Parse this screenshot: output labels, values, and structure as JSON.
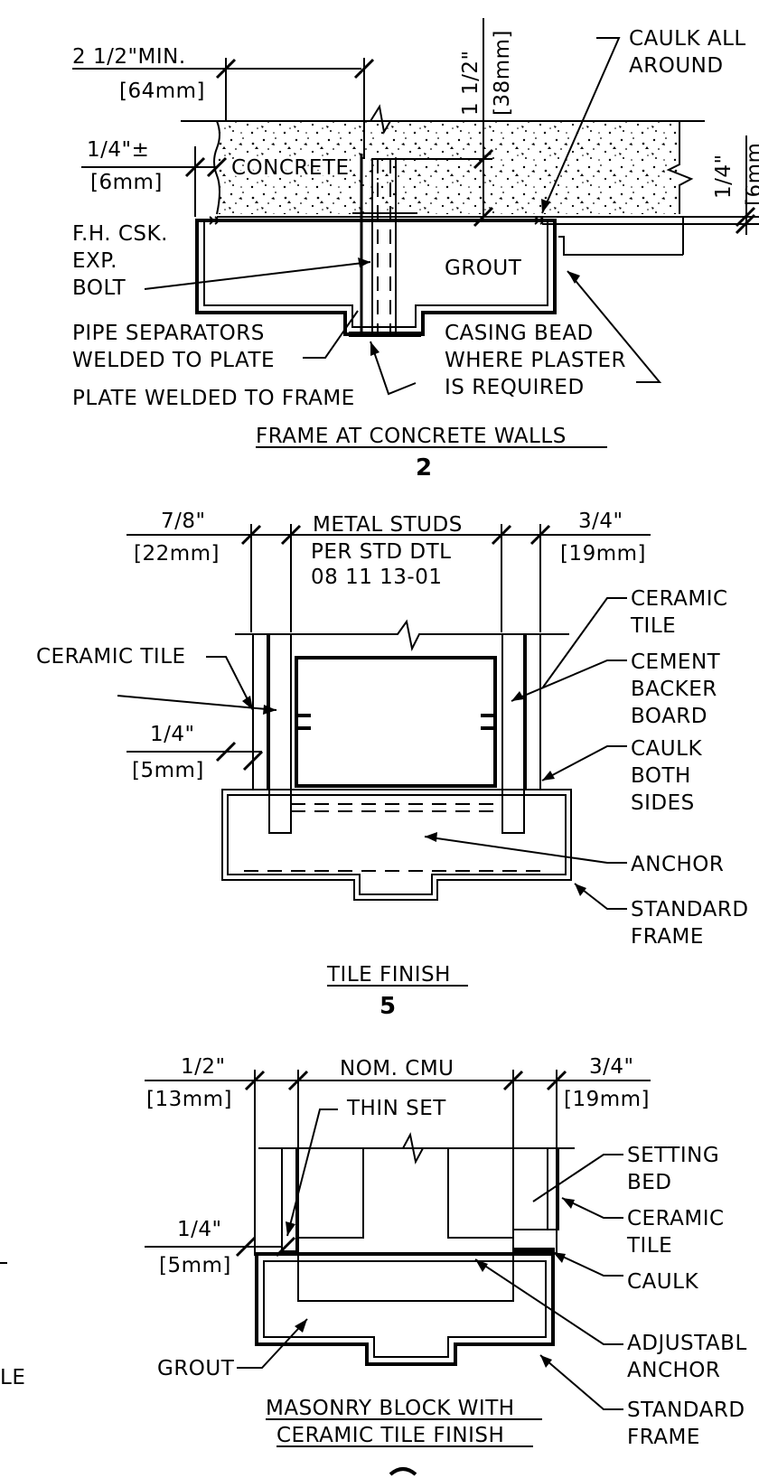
{
  "detail2": {
    "dim_top_left": "2 1/2\"MIN.",
    "dim_top_left_mm": "[64mm]",
    "dim_gap": "1/4\"±",
    "dim_gap_mm": "[6mm]",
    "dim_vertical": "1 1/2\"",
    "dim_vertical_mm": "[38mm]",
    "dim_right": "1/4\"",
    "dim_right_mm": "[6mm",
    "caulk_1": "CAULK ALL",
    "caulk_2": "AROUND",
    "concrete": "CONCRETE",
    "grout": "GROUT",
    "bolt_1": "F.H. CSK.",
    "bolt_2": "EXP.",
    "bolt_3": "BOLT",
    "pipe_1": "PIPE SEPARATORS",
    "pipe_2": "WELDED TO PLATE",
    "plate": "PLATE WELDED TO FRAME",
    "casing_1": "CASING BEAD",
    "casing_2": "WHERE PLASTER",
    "casing_3": "IS REQUIRED",
    "title": "FRAME AT CONCRETE WALLS",
    "number": "2"
  },
  "detail5": {
    "dim_left": "7/8\"",
    "dim_left_mm": "[22mm]",
    "studs_1": "METAL STUDS",
    "studs_2": "PER STD DTL",
    "studs_3": "08 11 13-01",
    "dim_right": "3/4\"",
    "dim_right_mm": "[19mm]",
    "ceramic_left": "CERAMIC TILE",
    "dim_small": "1/4\"",
    "dim_small_mm": "[5mm]",
    "ceramic_1": "CERAMIC",
    "ceramic_2": "TILE",
    "cement_1": "CEMENT",
    "cement_2": "BACKER",
    "cement_3": "BOARD",
    "caulk_1": "CAULK",
    "caulk_2": "BOTH",
    "caulk_3": "SIDES",
    "anchor": "ANCHOR",
    "frame_1": "STANDARD",
    "frame_2": "FRAME",
    "title": "TILE FINISH",
    "number": "5"
  },
  "detail8": {
    "dim_left": "1/2\"",
    "dim_left_mm": "[13mm]",
    "cmu": "NOM. CMU",
    "thin_set": "THIN SET",
    "dim_right": "3/4\"",
    "dim_right_mm": "[19mm]",
    "setting_1": "SETTING",
    "setting_2": "BED",
    "dim_small": "1/4\"",
    "dim_small_mm": "[5mm]",
    "ceramic_1": "CERAMIC",
    "ceramic_2": "TILE",
    "caulk": "CAULK",
    "adjust_1": "ADJUSTABL",
    "adjust_2": "ANCHOR",
    "grout": "GROUT",
    "frame_1": "STANDARD",
    "frame_2": "FRAME",
    "title_1": "MASONRY BLOCK WITH",
    "title_2": "CERAMIC TILE FINISH"
  },
  "edge": {
    "left_fragment": "LE"
  }
}
